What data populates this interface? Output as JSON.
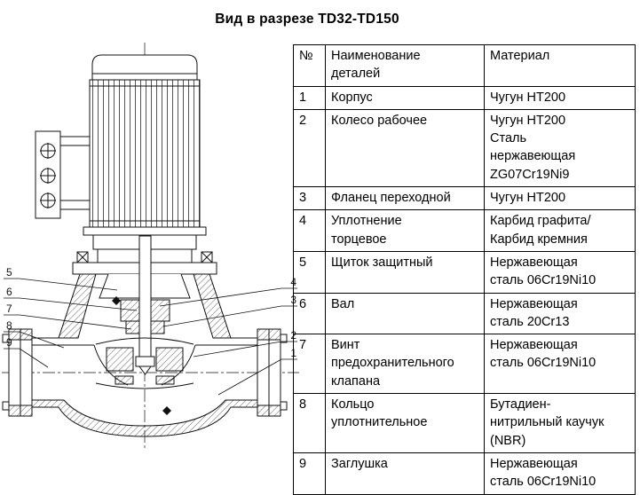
{
  "title": "Вид в разрезе TD32-TD150",
  "table": {
    "col_num": "№",
    "col_name": "Наименование\nдеталей",
    "col_material": "Материал",
    "rows": [
      {
        "num": "1",
        "name": "Корпус",
        "material": "Чугун HT200"
      },
      {
        "num": "2",
        "name": "Колесо рабочее",
        "material": "Чугун HT200\nСталь\nнержавеющая\nZG07Cr19Ni9"
      },
      {
        "num": "3",
        "name": "Фланец переходной",
        "material": "Чугун HT200"
      },
      {
        "num": "4",
        "name": "Уплотнение\nторцевое",
        "material": "Карбид графита/\nКарбид кремния"
      },
      {
        "num": "5",
        "name": "Щиток защитный",
        "material": "Нержавеющая\nсталь 06Cr19Ni10"
      },
      {
        "num": "6",
        "name": "Вал",
        "material": "Нержавеющая\nсталь 20Cr13"
      },
      {
        "num": "7",
        "name": "Винт\nпредохранительного\nклапана",
        "material": "Нержавеющая\nсталь 06Cr19Ni10"
      },
      {
        "num": "8",
        "name": "Кольцо\nуплотнительное",
        "material": "Бутадиен-\nнитрильный каучук\n(NBR)"
      },
      {
        "num": "9",
        "name": "Заглушка",
        "material": "Нержавеющая\nсталь 06Cr19Ni10"
      }
    ]
  },
  "drawing": {
    "description": "pump-sectional-view",
    "callouts_left": [
      "5",
      "6",
      "7",
      "8",
      "9"
    ],
    "callouts_right": [
      "4",
      "3",
      "2",
      "1"
    ]
  }
}
